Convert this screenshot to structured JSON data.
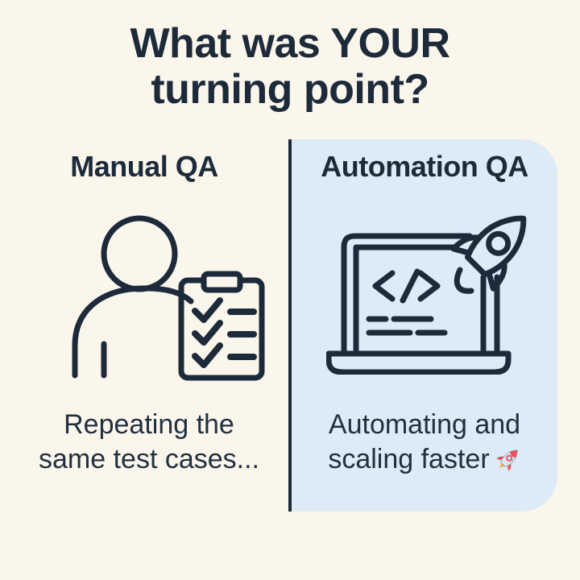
{
  "colors": {
    "background": "#FBF6EC",
    "panel": "#DCEBF5",
    "ink": "#1C2A3A",
    "divider": "#1C2A3A"
  },
  "title": {
    "lines": [
      "What was YOUR",
      "turning point?"
    ]
  },
  "columns": [
    {
      "id": "manual-qa",
      "header": "Manual QA",
      "icon": "person-with-checklist-icon",
      "caption_lines": [
        "Repeating the",
        "same test cases..."
      ]
    },
    {
      "id": "automation-qa",
      "header": "Automation QA",
      "icon": "laptop-code-with-rocket-icon",
      "caption_lines": [
        "Automating and",
        "scaling faster"
      ],
      "emoji": "🚀",
      "emoji_icon": "rocket-emoji"
    }
  ]
}
